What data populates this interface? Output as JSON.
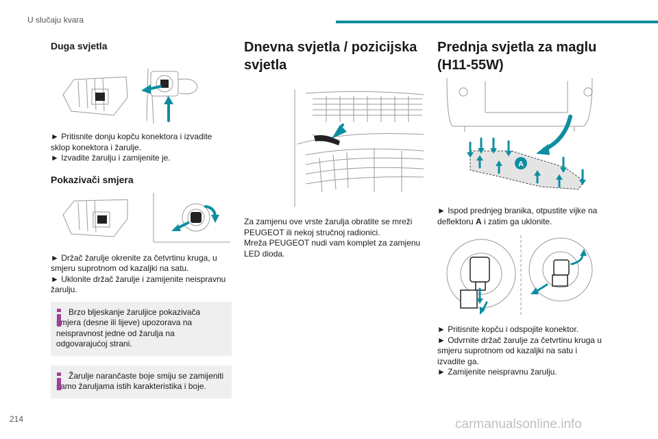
{
  "header": {
    "section_title": "U slučaju kvara"
  },
  "page_number": "214",
  "watermark": "carmanualsonline.info",
  "col1": {
    "section1": {
      "title": "Duga svjetla",
      "steps": [
        "► Pritisnite donju kopču konektora i izvadite sklop konektora i žarulje.",
        "► Izvadite žarulju i zamijenite je."
      ]
    },
    "section2": {
      "title": "Pokazivači smjera",
      "steps": [
        "► Držač žarulje okrenite za četvrtinu kruga, u smjeru suprotnom od kazaljki na satu.",
        "► Uklonite držač žarulje i zamijenite neispravnu žarulju."
      ]
    },
    "notes": [
      {
        "icon": "info-icon",
        "text": "Brzo bljeskanje žaruljice pokazivača smjera (desne ili lijeve) upozorava na neispravnost jedne od žarulja na odgovarajućoj strani."
      },
      {
        "icon": "info-icon",
        "text": "Žarulje narančaste boje smiju se zamijeniti samo žaruljama istih karakteristika i boje."
      }
    ]
  },
  "col2": {
    "title_line1": "Dnevna svjetla / pozicijska",
    "title_line2": "svjetla",
    "paragraphs": [
      "Za zamjenu ove vrste žarulja obratite se mreži PEUGEOT ili nekoj stručnoj radionici.",
      "Mreža PEUGEOT nudi vam komplet za zamjenu LED dioda."
    ]
  },
  "col3": {
    "title_line1": "Prednja svjetla za maglu",
    "title_line2": "(H11-55W)",
    "figure_label": "A",
    "step1_pre": "► Ispod prednjeg branika, otpustite vijke na deflektoru ",
    "step1_bold": "A",
    "step1_post": " i zatim ga uklonite.",
    "steps": [
      "► Pritisnite kopču i odspojite konektor.",
      "► Odvrnite držač žarulje za četvrtinu kruga u smjeru suprotnom od kazaljki na satu i izvadite ga.",
      "► Zamijenite neispravnu žarulju."
    ]
  },
  "colors": {
    "accent": "#0d8ea0",
    "arrow": "#0d8ea0",
    "note_bg": "#efefef",
    "info_icon": "#a0409a"
  }
}
